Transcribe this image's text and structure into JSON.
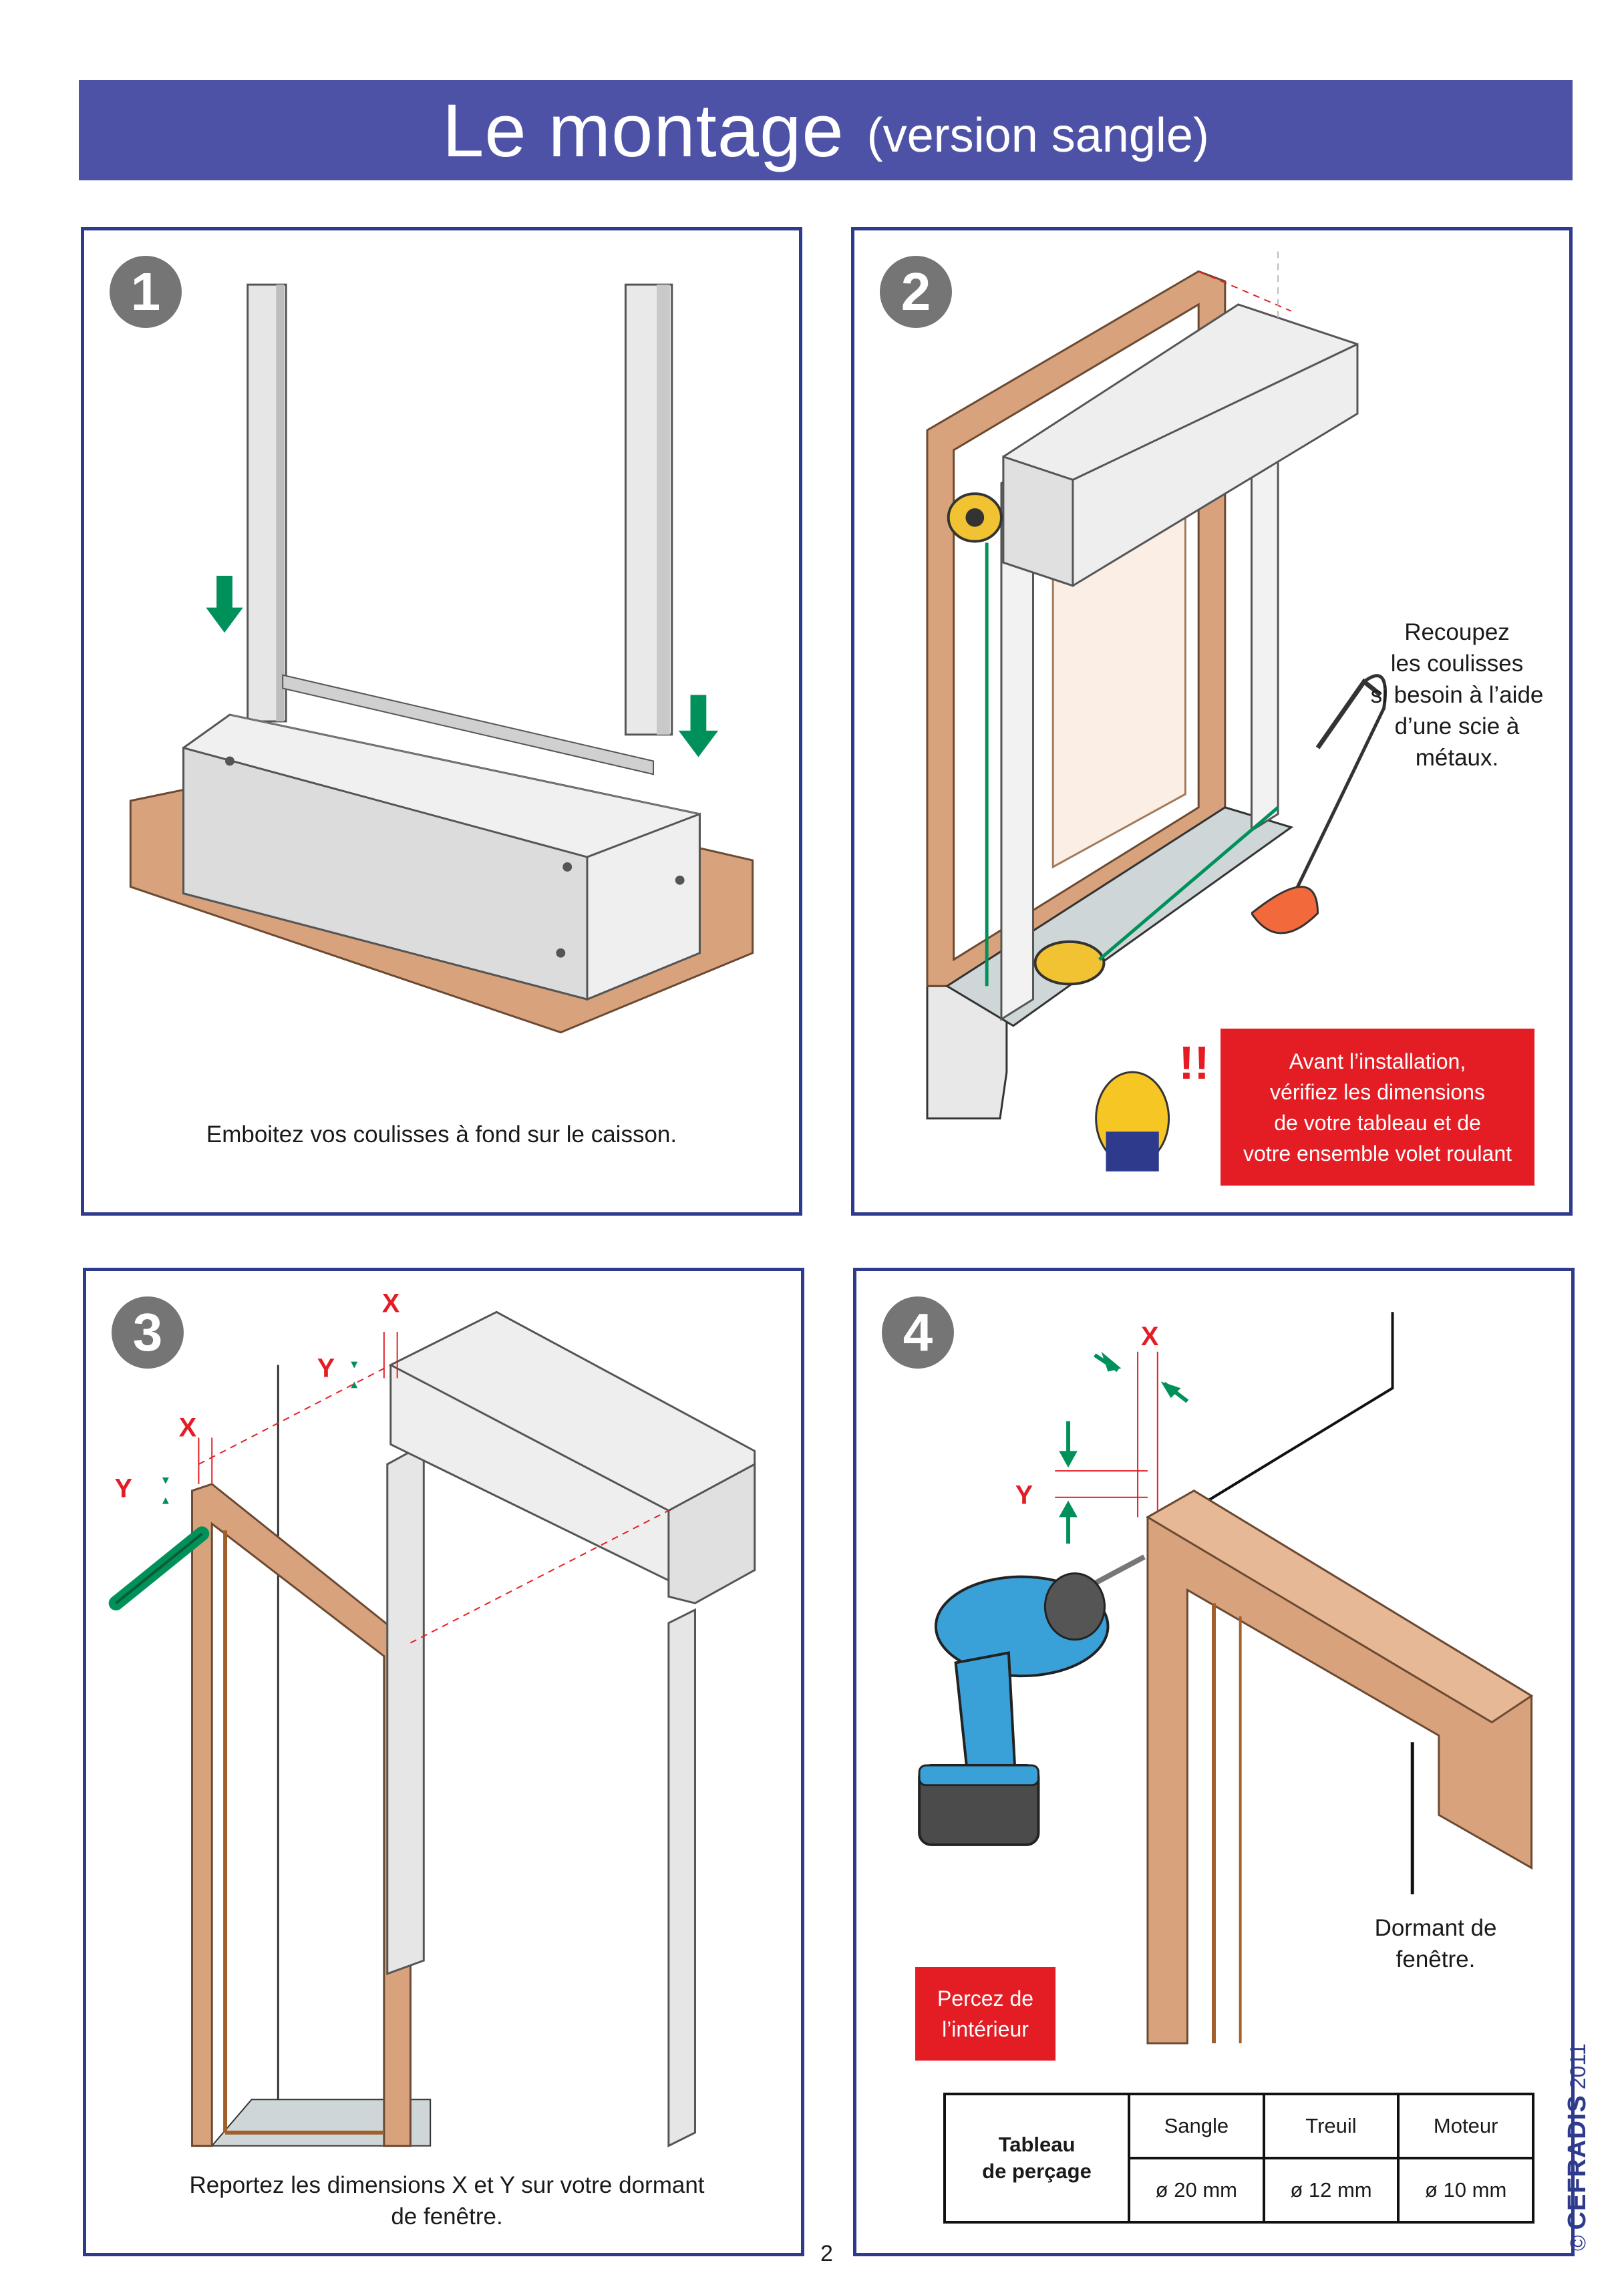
{
  "title": {
    "main": "Le montage",
    "sub": "(version sangle)"
  },
  "steps": [
    {
      "number": "1",
      "caption": "Emboitez vos coulisses à fond sur le caisson."
    },
    {
      "number": "2",
      "caption": [
        "Recoupez",
        "les coulisses",
        "si besoin à l’aide",
        "d’une scie à",
        "métaux."
      ],
      "warning": [
        "Avant l’installation,",
        "vérifiez les dimensions",
        "de votre tableau et de",
        "votre ensemble volet roulant"
      ]
    },
    {
      "number": "3",
      "caption": [
        "Reportez les dimensions X et Y sur votre dormant",
        "de fenêtre."
      ],
      "labels": {
        "x": "X",
        "y": "Y"
      }
    },
    {
      "number": "4",
      "labels": {
        "x": "X",
        "y": "Y"
      },
      "frame_caption": [
        "Dormant de",
        "fenêtre."
      ],
      "drill_note": [
        "Percez de",
        "l’intérieur"
      ],
      "table": {
        "label": [
          "Tableau",
          "de perçage"
        ],
        "headers": [
          "Sangle",
          "Treuil",
          "Moteur"
        ],
        "values": [
          "ø 20 mm",
          "ø 12 mm",
          "ø 10 mm"
        ]
      }
    }
  ],
  "page_number": "2",
  "copyright": {
    "symbol": "©",
    "brand": "CEFRADIS",
    "year": "2011"
  },
  "colors": {
    "title_bar": "#4e52a6",
    "panel_border": "#2e3a8c",
    "wood": "#d8a27c",
    "arrow": "#00915a",
    "warning": "#e41d25",
    "label_red": "#e41d25"
  }
}
